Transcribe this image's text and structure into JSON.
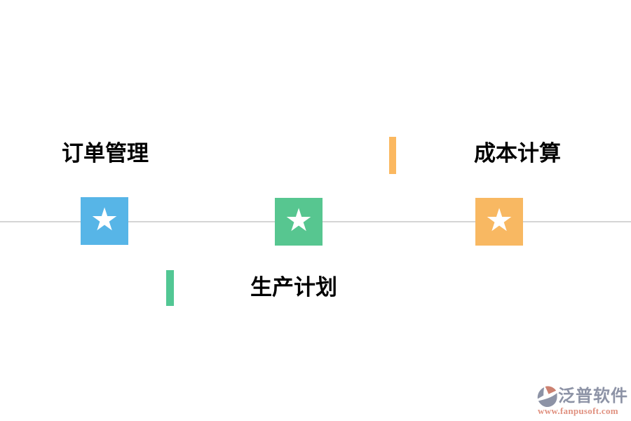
{
  "diagram": {
    "divider_color": "#d5d5d5",
    "star_glyph": "★",
    "nodes": [
      {
        "label": "订单管理",
        "color": "#57b5e7",
        "position": "above-line-left"
      },
      {
        "label": "生产计划",
        "color": "#57c690",
        "position": "below-line-center"
      },
      {
        "label": "成本计算",
        "color": "#f8b862",
        "position": "above-line-right"
      }
    ],
    "accent_bars": [
      {
        "color": "#52c794",
        "near_label": "生产计划"
      },
      {
        "color": "#fbb860",
        "near_label": "成本计算"
      }
    ]
  },
  "watermark": {
    "brand": "泛普软件",
    "url": "www.fanpusoft.com",
    "brand_color": "#8d93a6",
    "url_color": "#e0907f"
  }
}
